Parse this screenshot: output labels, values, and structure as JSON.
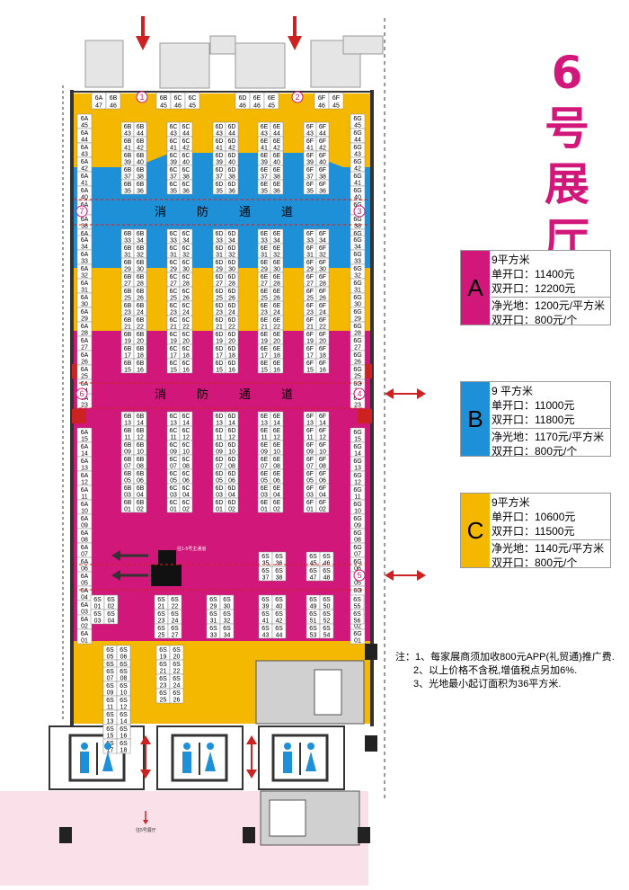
{
  "hall_title": "6号展厅",
  "legend": [
    {
      "letter": "A",
      "color": "#d1177a",
      "area": "9平方米",
      "single": "单开口：11400元",
      "double": "双开口：12200元",
      "raw_space": "净光地：1200元/平方米",
      "raw_double": "双开口：800元/个"
    },
    {
      "letter": "B",
      "color": "#1e90d8",
      "area": "9 平方米",
      "single": "单开口：11000元",
      "double": "双开口：11800元",
      "raw_space": "净光地：1170元/平方米",
      "raw_double": "双开口：800元/个"
    },
    {
      "letter": "C",
      "color": "#f5b800",
      "area": "9平方米",
      "single": "单开口：10600元",
      "double": "双开口：11500元",
      "raw_space": "净光地：1140元/平方米",
      "raw_double": "双开口：800元/个"
    }
  ],
  "notes": {
    "prefix": "注：",
    "lines": [
      "1、每家展商须加收800元APP(礼贸通)推广费.",
      "2、以上价格不含税,增值税点另加6%.",
      "3、光地最小起订面积为36平方米."
    ]
  },
  "fire_lane": {
    "chars": [
      "消",
      "防",
      "通",
      "道"
    ]
  },
  "entrances": [
    "1",
    "2",
    "3",
    "4",
    "5",
    "6",
    "7"
  ],
  "small_labels": {
    "side_aisle": "往1-5号主通道",
    "to_hall5": "往5号展厅"
  },
  "booths": {
    "top_row": [
      {
        "id": "6A",
        "nums": [
          "47"
        ]
      },
      {
        "id": "6B",
        "nums": [
          "46"
        ]
      },
      {
        "id": "6B",
        "nums": [
          "45"
        ]
      },
      {
        "id": "6C",
        "nums": [
          "46"
        ]
      },
      {
        "id": "6C",
        "nums": [
          "45"
        ]
      },
      {
        "id": "6D",
        "nums": [
          "46"
        ]
      },
      {
        "id": "6E",
        "nums": [
          "46"
        ]
      },
      {
        "id": "6E",
        "nums": [
          "45"
        ]
      },
      {
        "id": "6F",
        "nums": [
          "46"
        ]
      },
      {
        "id": "6F",
        "nums": [
          "45"
        ]
      }
    ],
    "columns": [
      {
        "name": "6B",
        "top": [
          [
            "43",
            "44"
          ],
          [
            "41",
            "42"
          ],
          [
            "39",
            "40"
          ],
          [
            "37",
            "38"
          ],
          [
            "35",
            "36"
          ]
        ],
        "mid": [
          [
            "33",
            "34"
          ],
          [
            "31",
            "32"
          ],
          [
            "29",
            "30"
          ],
          [
            "27",
            "28"
          ],
          [
            "25",
            "26"
          ],
          [
            "23",
            "24"
          ],
          [
            "21",
            "22"
          ],
          [
            "19",
            "20"
          ],
          [
            "17",
            "18"
          ],
          [
            "15",
            "16"
          ]
        ],
        "bot": [
          [
            "13",
            "14"
          ],
          [
            "11",
            "12"
          ],
          [
            "09",
            "10"
          ],
          [
            "07",
            "08"
          ],
          [
            "05",
            "06"
          ],
          [
            "03",
            "04"
          ],
          [
            "01",
            "02"
          ]
        ]
      },
      {
        "name": "6C",
        "top": [
          [
            "43",
            "44"
          ],
          [
            "41",
            "42"
          ],
          [
            "39",
            "40"
          ],
          [
            "37",
            "38"
          ],
          [
            "35",
            "36"
          ]
        ],
        "mid": [
          [
            "33",
            "34"
          ],
          [
            "31",
            "32"
          ],
          [
            "29",
            "30"
          ],
          [
            "27",
            "28"
          ],
          [
            "25",
            "26"
          ],
          [
            "23",
            "24"
          ],
          [
            "21",
            "22"
          ],
          [
            "19",
            "20"
          ],
          [
            "17",
            "18"
          ],
          [
            "15",
            "16"
          ]
        ],
        "bot": [
          [
            "13",
            "14"
          ],
          [
            "11",
            "12"
          ],
          [
            "09",
            "10"
          ],
          [
            "07",
            "08"
          ],
          [
            "05",
            "06"
          ],
          [
            "03",
            "04"
          ],
          [
            "01",
            "02"
          ]
        ]
      },
      {
        "name": "6D",
        "top": [
          [
            "43",
            "44"
          ],
          [
            "41",
            "42"
          ],
          [
            "39",
            "40"
          ],
          [
            "37",
            "38"
          ],
          [
            "35",
            "36"
          ]
        ],
        "mid": [
          [
            "33",
            "34"
          ],
          [
            "31",
            "32"
          ],
          [
            "29",
            "30"
          ],
          [
            "27",
            "28"
          ],
          [
            "25",
            "26"
          ],
          [
            "23",
            "24"
          ],
          [
            "21",
            "22"
          ],
          [
            "19",
            "20"
          ],
          [
            "17",
            "18"
          ],
          [
            "15",
            "16"
          ]
        ],
        "bot": [
          [
            "13",
            "14"
          ],
          [
            "11",
            "12"
          ],
          [
            "09",
            "10"
          ],
          [
            "07",
            "08"
          ],
          [
            "05",
            "06"
          ],
          [
            "03",
            "04"
          ],
          [
            "01",
            "02"
          ]
        ]
      },
      {
        "name": "6E",
        "top": [
          [
            "43",
            "44"
          ],
          [
            "41",
            "42"
          ],
          [
            "39",
            "40"
          ],
          [
            "37",
            "38"
          ],
          [
            "35",
            "36"
          ]
        ],
        "mid": [
          [
            "33",
            "34"
          ],
          [
            "31",
            "32"
          ],
          [
            "29",
            "30"
          ],
          [
            "27",
            "28"
          ],
          [
            "25",
            "26"
          ],
          [
            "23",
            "24"
          ],
          [
            "21",
            "22"
          ],
          [
            "19",
            "20"
          ],
          [
            "17",
            "18"
          ],
          [
            "15",
            "16"
          ]
        ],
        "bot": [
          [
            "13",
            "14"
          ],
          [
            "11",
            "12"
          ],
          [
            "09",
            "10"
          ],
          [
            "07",
            "08"
          ],
          [
            "05",
            "06"
          ],
          [
            "03",
            "04"
          ],
          [
            "01",
            "02"
          ]
        ]
      },
      {
        "name": "6F",
        "top": [
          [
            "43",
            "44"
          ],
          [
            "41",
            "42"
          ],
          [
            "39",
            "40"
          ],
          [
            "37",
            "38"
          ],
          [
            "35",
            "36"
          ]
        ],
        "mid": [
          [
            "33",
            "34"
          ],
          [
            "31",
            "32"
          ],
          [
            "29",
            "30"
          ],
          [
            "27",
            "28"
          ],
          [
            "25",
            "26"
          ],
          [
            "23",
            "24"
          ],
          [
            "21",
            "22"
          ],
          [
            "19",
            "20"
          ],
          [
            "17",
            "18"
          ],
          [
            "15",
            "16"
          ]
        ],
        "bot": [
          [
            "13",
            "14"
          ],
          [
            "11",
            "12"
          ],
          [
            "09",
            "10"
          ],
          [
            "07",
            "08"
          ],
          [
            "05",
            "06"
          ],
          [
            "03",
            "04"
          ],
          [
            "01",
            "02"
          ]
        ]
      }
    ],
    "side_6A_top": [
      "45",
      "44",
      "43",
      "42",
      "41",
      "40",
      "39",
      "38",
      "37"
    ],
    "side_6A_mid": [
      "34",
      "33",
      "32",
      "31",
      "30",
      "29",
      "28",
      "27",
      "26",
      "25",
      "24",
      "23"
    ],
    "side_6A_bot": [
      "15",
      "14",
      "13",
      "12",
      "11",
      "10",
      "09",
      "08",
      "07",
      "06",
      "05",
      "04",
      "03",
      "02",
      "01"
    ],
    "side_6G_top": [
      "45",
      "44",
      "43",
      "42",
      "41",
      "40",
      "39",
      "38",
      "37"
    ],
    "side_6G_mid": [
      "34",
      "33",
      "32",
      "31",
      "30",
      "29",
      "28",
      "27",
      "26",
      "25",
      "24",
      "23"
    ],
    "side_6G_bot": [
      "15",
      "14",
      "13",
      "12",
      "11",
      "10",
      "09",
      "08",
      "07",
      "06",
      "05",
      "04",
      "03",
      "02",
      "01"
    ],
    "s_blocks": [
      {
        "rows": [
          [
            "35",
            "36"
          ],
          [
            "37",
            "38"
          ]
        ]
      },
      {
        "rows": [
          [
            "45",
            "46"
          ],
          [
            "47",
            "48"
          ]
        ]
      },
      {
        "rows": [
          [
            "01",
            "02"
          ],
          [
            "03",
            "04"
          ]
        ]
      },
      {
        "rows": [
          [
            "21",
            "22"
          ],
          [
            "23",
            "24"
          ],
          [
            "25",
            "27"
          ]
        ]
      },
      {
        "rows": [
          [
            "29",
            "30"
          ],
          [
            "31",
            "32"
          ],
          [
            "33",
            "34"
          ]
        ]
      },
      {
        "rows": [
          [
            "39",
            "40"
          ],
          [
            "41",
            "42"
          ],
          [
            "43",
            "44"
          ]
        ]
      },
      {
        "rows": [
          [
            "49",
            "50"
          ],
          [
            "51",
            "52"
          ],
          [
            "53",
            "54"
          ]
        ]
      },
      {
        "rows": [
          [
            "55"
          ],
          [
            "56"
          ]
        ]
      },
      {
        "rows": [
          [
            "05",
            "06"
          ],
          [
            "07",
            "08"
          ],
          [
            "09",
            "10"
          ],
          [
            "11",
            "12"
          ],
          [
            "13",
            "14"
          ],
          [
            "15",
            "16"
          ],
          [
            "17",
            "18"
          ]
        ]
      },
      {
        "rows": [
          [
            "19",
            "20"
          ],
          [
            "21",
            "22"
          ],
          [
            "23",
            "24"
          ],
          [
            "25",
            "26"
          ]
        ]
      },
      {
        "rows": [
          [
            "07",
            "08"
          ],
          [
            "09",
            "10"
          ],
          [
            "11",
            "12"
          ],
          [
            "13",
            "14"
          ],
          [
            "15",
            "16"
          ],
          [
            "17",
            "18"
          ]
        ]
      }
    ]
  }
}
